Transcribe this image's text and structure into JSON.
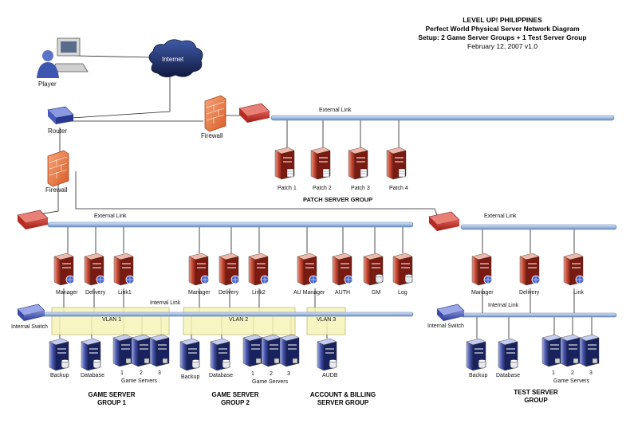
{
  "title": {
    "line1": "LEVEL UP! PHILIPPINES",
    "line2": "Perfect World Physical Server Network Diagram",
    "line3": "Setup: 2 Game Server Groups + 1 Test Server Group",
    "line4": "February 12, 2007 v1.0"
  },
  "top": {
    "player": "Player",
    "internet": "Internet",
    "router": "Router",
    "firewall_top": "Firewall",
    "firewall_left": "Firewall"
  },
  "patch_group": {
    "link": "External Link",
    "servers": [
      "Patch 1",
      "Patch 2",
      "Patch 3",
      "Patch 4"
    ],
    "name": "PATCH SERVER GROUP"
  },
  "main": {
    "external_link": "External Link",
    "internal_link": "Internal Link",
    "internal_switch": "Internal Switch",
    "upper_servers": [
      "Manager",
      "Delivery",
      "Link1",
      "Manager",
      "Delivery",
      "Link2",
      "AU Manager",
      "AUTH",
      "GM",
      "Log"
    ],
    "vlans": [
      "VLAN 1",
      "VLAN 2",
      "VLAN 3"
    ],
    "g1_lower": [
      "Backup",
      "Database"
    ],
    "g2_lower": [
      "Backup",
      "Database"
    ],
    "game_nums": [
      "1",
      "2",
      "3"
    ],
    "game_servers": "Game Servers",
    "audb": "AUDB"
  },
  "test_group": {
    "external_link": "External Link",
    "internal_link": "Internal Link",
    "internal_switch": "Internal Switch",
    "upper_servers": [
      "Manager",
      "Delivery",
      "Link"
    ],
    "lower": [
      "Backup",
      "Database"
    ],
    "game_nums": [
      "1",
      "2",
      "3"
    ],
    "game_servers": "Game Servers"
  },
  "group_names": {
    "g1_l1": "GAME SERVER",
    "g1_l2": "GROUP 1",
    "g2_l1": "GAME SERVER",
    "g2_l2": "GROUP 2",
    "acc_l1": "ACCOUNT & BILLING",
    "acc_l2": "SERVER GROUP",
    "test_l1": "TEST SERVER",
    "test_l2": "GROUP"
  },
  "colors": {
    "red_server": "#c0392b",
    "blue_server": "#3c4fa8",
    "bus": "#a9c4e8",
    "vlan": "#f5f3b8",
    "switch": "#c03030"
  }
}
